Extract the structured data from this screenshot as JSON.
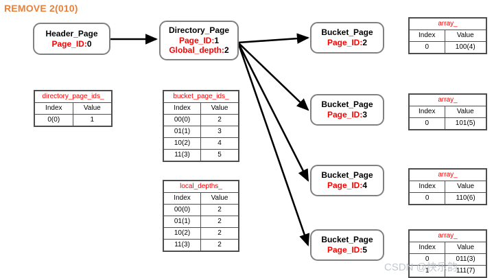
{
  "title": "REMOVE 2(010)",
  "title_color": "#E8803A",
  "accent_color": "#FF0000",
  "nodes": {
    "header_page": {
      "name": "Header_Page",
      "page_id_label": "Page_ID:",
      "page_id_value": "0"
    },
    "directory_page": {
      "name": "Directory_Page",
      "page_id_label": "Page_ID:",
      "page_id_value": "1",
      "global_depth_label": "Global_depth:",
      "global_depth_value": "2"
    },
    "bucket_pages": [
      {
        "name": "Bucket_Page",
        "page_id_label": "Page_ID:",
        "page_id_value": "2"
      },
      {
        "name": "Bucket_Page",
        "page_id_label": "Page_ID:",
        "page_id_value": "3"
      },
      {
        "name": "Bucket_Page",
        "page_id_label": "Page_ID:",
        "page_id_value": "4"
      },
      {
        "name": "Bucket_Page",
        "page_id_label": "Page_ID:",
        "page_id_value": "5"
      }
    ]
  },
  "tables": {
    "directory_page_ids": {
      "caption": "directory_page_ids_",
      "columns": [
        "Index",
        "Value"
      ],
      "rows": [
        [
          "0(0)",
          "1"
        ]
      ]
    },
    "bucket_page_ids": {
      "caption": "bucket_page_ids_",
      "columns": [
        "Index",
        "Value"
      ],
      "rows": [
        [
          "00(0)",
          "2"
        ],
        [
          "01(1)",
          "3"
        ],
        [
          "10(2)",
          "4"
        ],
        [
          "11(3)",
          "5"
        ]
      ]
    },
    "local_depths": {
      "caption": "local_depths_",
      "columns": [
        "Index",
        "Value"
      ],
      "rows": [
        [
          "00(0)",
          "2"
        ],
        [
          "01(1)",
          "2"
        ],
        [
          "10(2)",
          "2"
        ],
        [
          "11(3)",
          "2"
        ]
      ]
    },
    "arrays": [
      {
        "caption": "array_",
        "columns": [
          "Index",
          "Value"
        ],
        "rows": [
          [
            "0",
            "100(4)"
          ]
        ]
      },
      {
        "caption": "array_",
        "columns": [
          "Index",
          "Value"
        ],
        "rows": [
          [
            "0",
            "101(5)"
          ]
        ]
      },
      {
        "caption": "array_",
        "columns": [
          "Index",
          "Value"
        ],
        "rows": [
          [
            "0",
            "110(6)"
          ]
        ]
      },
      {
        "caption": "array_",
        "columns": [
          "Index",
          "Value"
        ],
        "rows": [
          [
            "0",
            "011(3)"
          ],
          [
            "1",
            "111(7)"
          ]
        ]
      }
    ]
  },
  "watermark": "CSDN @快乐韵"
}
